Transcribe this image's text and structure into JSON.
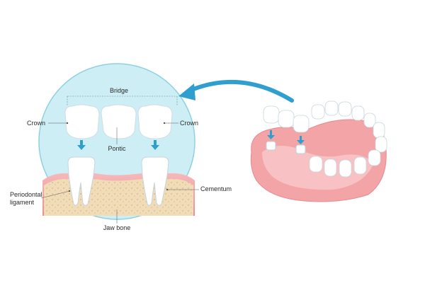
{
  "labels": {
    "bridge": "Bridge",
    "crown_left": "Crown",
    "crown_right": "Crown",
    "pontic": "Pontic",
    "cementum": "Cementum",
    "periodontal_line1": "Periodontal",
    "periodontal_line2": "ligament",
    "jaw_bone": "Jaw bone"
  },
  "colors": {
    "circle_fill": "#cdeef5",
    "circle_stroke": "#8fd0e0",
    "arrow": "#2f9fd0",
    "gum": "#f3aeb0",
    "gum_dark": "#e58f93",
    "bone": "#f1dcb8",
    "tooth": "#ffffff",
    "tooth_shade": "#dfe9ee",
    "post": "#b8dff0"
  }
}
